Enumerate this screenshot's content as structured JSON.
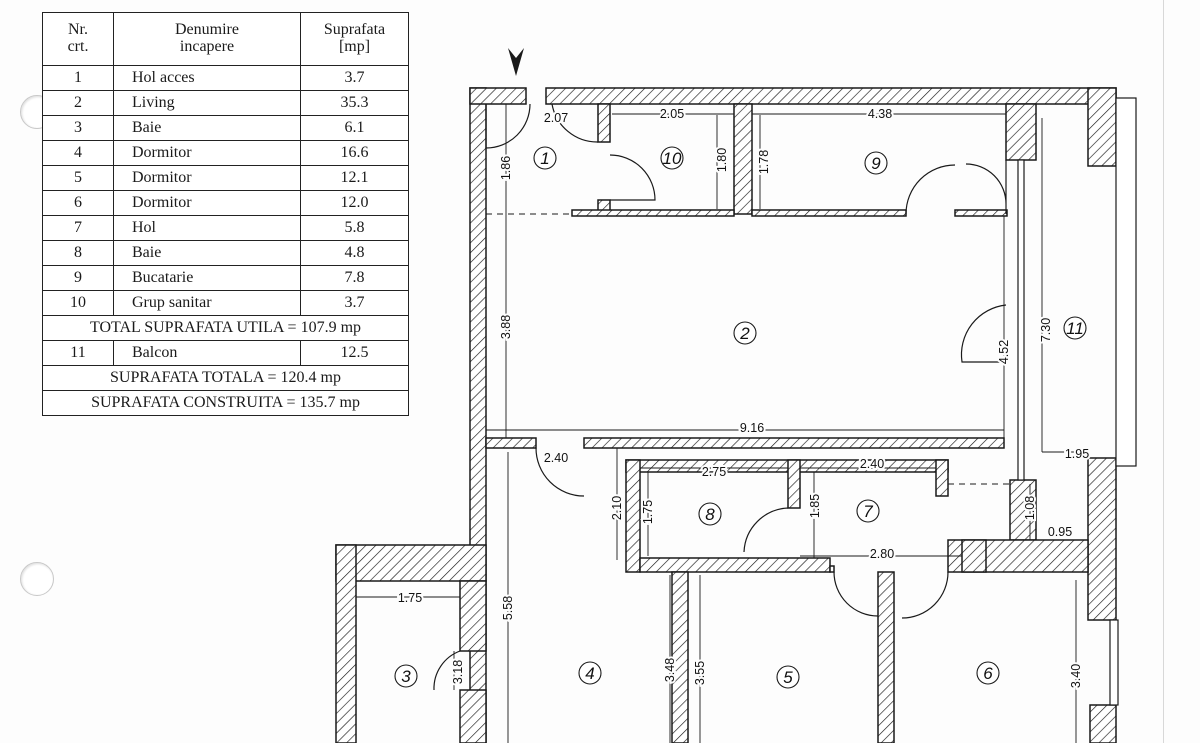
{
  "table": {
    "header": {
      "nr": [
        "Nr.",
        "crt."
      ],
      "name": [
        "Denumire",
        "incapere"
      ],
      "area": [
        "Suprafata",
        "[mp]"
      ]
    },
    "rows": [
      {
        "nr": "1",
        "name": "Hol acces",
        "area": "3.7"
      },
      {
        "nr": "2",
        "name": "Living",
        "area": "35.3"
      },
      {
        "nr": "3",
        "name": "Baie",
        "area": "6.1"
      },
      {
        "nr": "4",
        "name": "Dormitor",
        "area": "16.6"
      },
      {
        "nr": "5",
        "name": "Dormitor",
        "area": "12.1"
      },
      {
        "nr": "6",
        "name": "Dormitor",
        "area": "12.0"
      },
      {
        "nr": "7",
        "name": "Hol",
        "area": "5.8"
      },
      {
        "nr": "8",
        "name": "Baie",
        "area": "4.8"
      },
      {
        "nr": "9",
        "name": "Bucatarie",
        "area": "7.8"
      },
      {
        "nr": "10",
        "name": "Grup sanitar",
        "area": "3.7"
      }
    ],
    "total_util": "TOTAL SUPRAFATA UTILA = 107.9 mp",
    "balcony": {
      "nr": "11",
      "name": "Balcon",
      "area": "12.5"
    },
    "total": "SUPRAFATA TOTALA = 120.4 mp",
    "built": "SUPRAFATA CONSTRUITA = 135.7 mp"
  },
  "plan": {
    "room_numbers": [
      "1",
      "2",
      "3",
      "4",
      "5",
      "6",
      "7",
      "8",
      "9",
      "10",
      "11"
    ],
    "dimensions": [
      "2.07",
      "2.05",
      "4.38",
      "1.86",
      "1.80",
      "1.78",
      "3.88",
      "4.52",
      "7.30",
      "9.16",
      "2.40",
      "2.75",
      "2.40",
      "1.95",
      "2.10",
      "1.75",
      "1.85",
      "1.08",
      "0.95",
      "2.80",
      "1.75",
      "5.58",
      "3.18",
      "3.48",
      "3.55",
      "3.40"
    ],
    "wall_color": "#1a1a1a",
    "hatch": "diagonal"
  }
}
